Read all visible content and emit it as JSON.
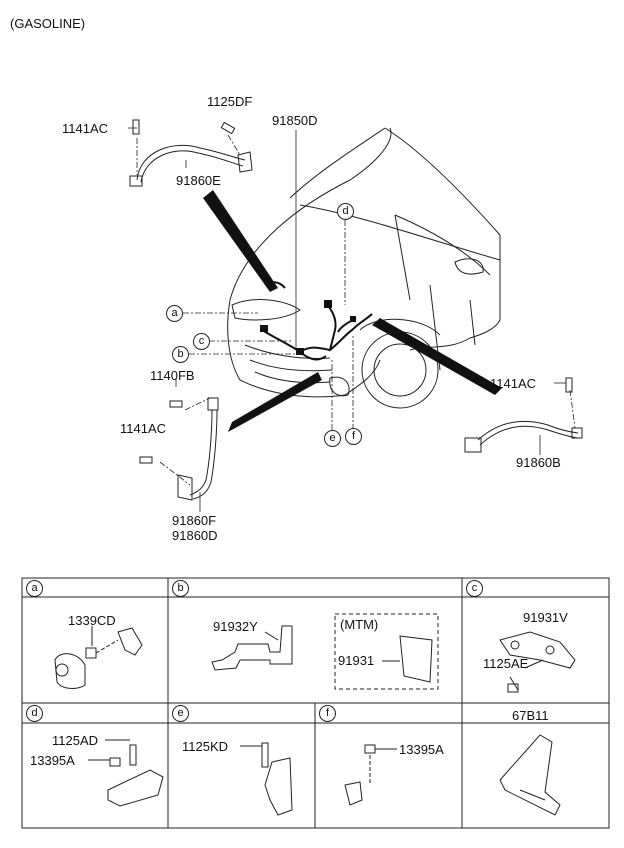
{
  "header": {
    "title": "(GASOLINE)"
  },
  "diagram": {
    "parts": {
      "p1125DF": "1125DF",
      "p1141AC_top": "1141AC",
      "p91860E": "91860E",
      "p91850D": "91850D",
      "p1140FB": "1140FB",
      "p1141AC_left": "1141AC",
      "p91860F": "91860F",
      "p91860D": "91860D",
      "p1141AC_right": "1141AC",
      "p91860B": "91860B"
    },
    "callouts": {
      "a": "a",
      "b": "b",
      "c": "c",
      "d": "d",
      "e": "e",
      "f": "f"
    }
  },
  "table": {
    "cells": [
      {
        "key": "a",
        "parts": [
          "1339CD"
        ]
      },
      {
        "key": "b",
        "parts": [
          "91932Y",
          "91931"
        ],
        "group": "(MTM)"
      },
      {
        "key": "c",
        "parts": [
          "91931V",
          "1125AE"
        ]
      },
      {
        "key": "d",
        "parts": [
          "1125AD",
          "13395A"
        ]
      },
      {
        "key": "e",
        "parts": [
          "1125KD"
        ]
      },
      {
        "key": "f",
        "parts": [
          "13395A"
        ]
      },
      {
        "key": "",
        "title": "67B11"
      }
    ]
  }
}
